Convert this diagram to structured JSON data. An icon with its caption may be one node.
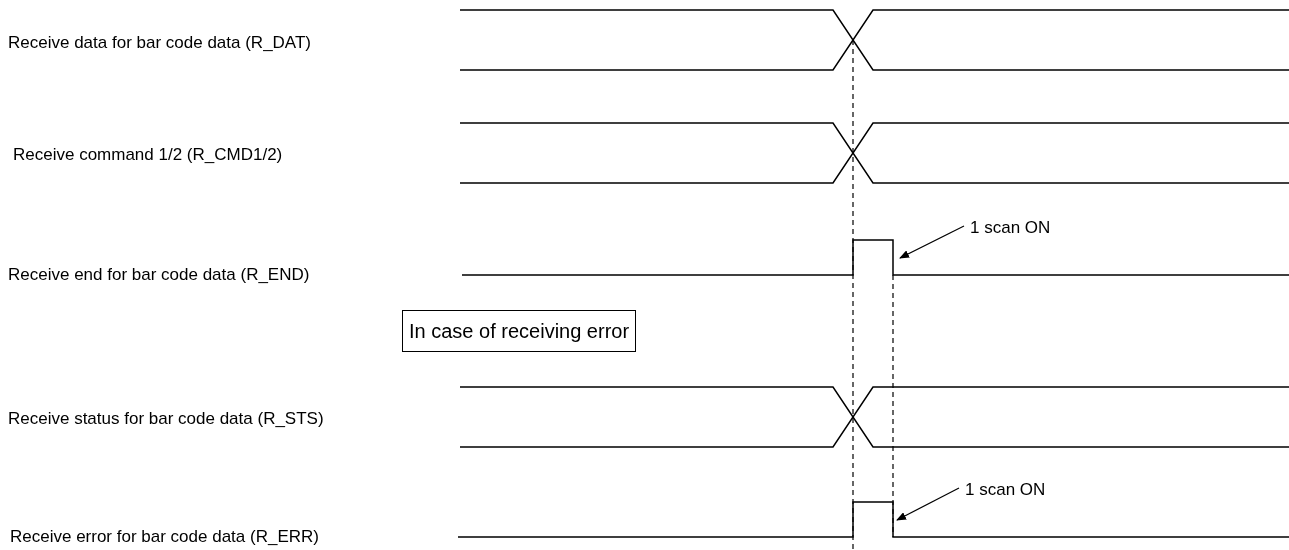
{
  "diagram": {
    "nodes": [
      {
        "text": [
          "1 scan ON"
        ]
      },
      {
        "text": [
          "In case of receiving error"
        ]
      },
      {
        "text": [
          "1 scan ON"
        ]
      }
    ],
    "edges": [
      {
        "from": 0,
        "to": null,
        "arrow": "to"
      },
      {
        "from": 2,
        "to": null,
        "arrow": "to"
      }
    ],
    "labels": [
      "Receive data for bar code data (R_DAT)",
      "Receive command 1/2 (R_CMD1/2)",
      "Receive end for bar code data (R_END)",
      "Receive status for bar code data (R_STS)",
      "Receive error for bar code data (R_ERR)"
    ]
  }
}
